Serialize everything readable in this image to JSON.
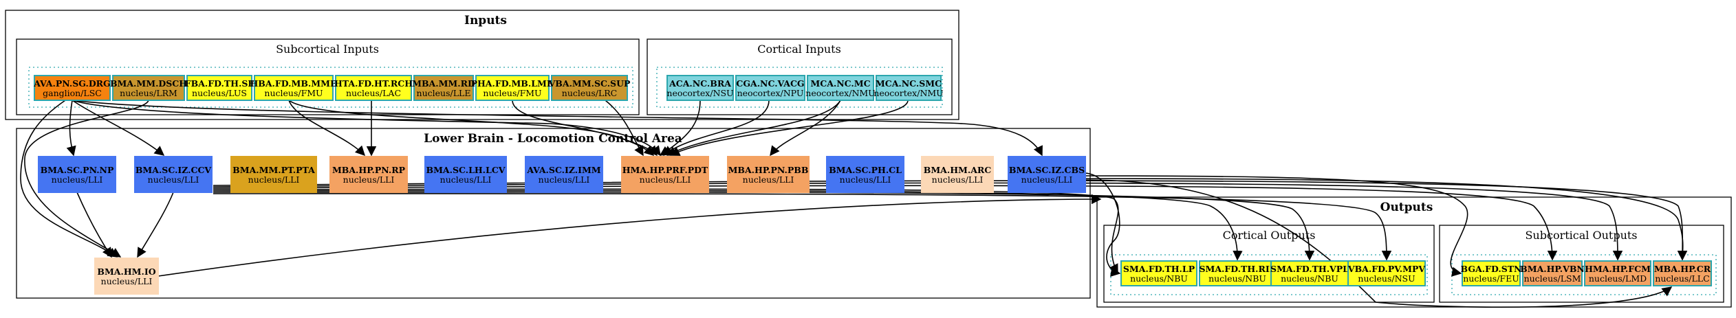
{
  "clusters": {
    "inputs": "Inputs",
    "subcortical_inputs": "Subcortical Inputs",
    "cortical_inputs": "Cortical Inputs",
    "lower_brain": "Lower Brain - Locomotion Control Area",
    "outputs": "Outputs",
    "cortical_outputs": "Cortical Outputs",
    "subcortical_outputs": "Subcortical Outputs"
  },
  "nodes": [
    {
      "id": "AVA.PN.SG.DRG",
      "l1": "AVA.PN.SG.DRG",
      "l2": "ganglion/LSC",
      "fill": "#f5820f",
      "stroke": "#2ca6ad"
    },
    {
      "id": "BMA.MM.DSCH",
      "l1": "BMA.MM.DSCH",
      "l2": "nucleus/LRM",
      "fill": "#c9962e",
      "stroke": "#2ca6ad"
    },
    {
      "id": "FBA.FD.TH.SF",
      "l1": "FBA.FD.TH.SF",
      "l2": "nucleus/LUS",
      "fill": "#ffff1e",
      "stroke": "#2ca6ad"
    },
    {
      "id": "HBA.FD.MB.MMB",
      "l1": "HBA.FD.MB.MMB",
      "l2": "nucleus/FMU",
      "fill": "#ffff1e",
      "stroke": "#2ca6ad"
    },
    {
      "id": "HTA.FD.HT.RCH",
      "l1": "HTA.FD.HT.RCH",
      "l2": "nucleus/LAC",
      "fill": "#ffff1e",
      "stroke": "#2ca6ad"
    },
    {
      "id": "MBA.MM.RD",
      "l1": "MBA.MM.RD",
      "l2": "nucleus/LLE",
      "fill": "#c9962e",
      "stroke": "#2ca6ad"
    },
    {
      "id": "PHA.FD.MB.LMB",
      "l1": "PHA.FD.MB.LMB",
      "l2": "nucleus/FMU",
      "fill": "#ffff1e",
      "stroke": "#2ca6ad"
    },
    {
      "id": "VBA.MM.SC.SUP",
      "l1": "VBA.MM.SC.SUP",
      "l2": "nucleus/LRC",
      "fill": "#c9962e",
      "stroke": "#2ca6ad"
    },
    {
      "id": "ACA.NC.BRA",
      "l1": "ACA.NC.BRA",
      "l2": "neocortex/NSU",
      "fill": "#7fd4dd",
      "stroke": "#2ca6ad"
    },
    {
      "id": "CGA.NC.VACG",
      "l1": "CGA.NC.VACG",
      "l2": "neocortex/NPU",
      "fill": "#7fd4dd",
      "stroke": "#2ca6ad"
    },
    {
      "id": "MCA.NC.MC",
      "l1": "MCA.NC.MC",
      "l2": "neocortex/NMU",
      "fill": "#7fd4dd",
      "stroke": "#2ca6ad"
    },
    {
      "id": "MCA.NC.SMC",
      "l1": "MCA.NC.SMC",
      "l2": "neocortex/NMU",
      "fill": "#7fd4dd",
      "stroke": "#2ca6ad"
    },
    {
      "id": "BMA.SC.PN.NP",
      "l1": "BMA.SC.PN.NP",
      "l2": "nucleus/LLI",
      "fill": "#4575f2",
      "stroke": "#4575f2"
    },
    {
      "id": "BMA.SC.IZ.CCV",
      "l1": "BMA.SC.IZ.CCV",
      "l2": "nucleus/LLI",
      "fill": "#4575f2",
      "stroke": "#4575f2"
    },
    {
      "id": "BMA.MM.PT.PTA",
      "l1": "BMA.MM.PT.PTA",
      "l2": "nucleus/LLI",
      "fill": "#daa21e",
      "stroke": "#daa21e"
    },
    {
      "id": "MBA.HP.PN.RP",
      "l1": "MBA.HP.PN.RP",
      "l2": "nucleus/LLI",
      "fill": "#f4a262",
      "stroke": "#f4a262"
    },
    {
      "id": "BMA.SC.LH.LCV",
      "l1": "BMA.SC.LH.LCV",
      "l2": "nucleus/LLI",
      "fill": "#4575f2",
      "stroke": "#4575f2"
    },
    {
      "id": "AVA.SC.IZ.IMM",
      "l1": "AVA.SC.IZ.IMM",
      "l2": "nucleus/LLI",
      "fill": "#4575f2",
      "stroke": "#4575f2"
    },
    {
      "id": "HMA.HP.PRF.PDT",
      "l1": "HMA.HP.PRF.PDT",
      "l2": "nucleus/LLI",
      "fill": "#f4a262",
      "stroke": "#f4a262"
    },
    {
      "id": "MBA.HP.PN.PBB",
      "l1": "MBA.HP.PN.PBB",
      "l2": "nucleus/LLI",
      "fill": "#f4a262",
      "stroke": "#f4a262"
    },
    {
      "id": "BMA.SC.PH.CL",
      "l1": "BMA.SC.PH.CL",
      "l2": "nucleus/LLI",
      "fill": "#4575f2",
      "stroke": "#4575f2"
    },
    {
      "id": "BMA.HM.ARC",
      "l1": "BMA.HM.ARC",
      "l2": "nucleus/LLI",
      "fill": "#fcd8b6",
      "stroke": "#fcd8b6"
    },
    {
      "id": "BMA.SC.IZ.CBS",
      "l1": "BMA.SC.IZ.CBS",
      "l2": "nucleus/LLI",
      "fill": "#4575f2",
      "stroke": "#4575f2"
    },
    {
      "id": "BMA.HM.IO",
      "l1": "BMA.HM.IO",
      "l2": "nucleus/LLI",
      "fill": "#fcd8b6",
      "stroke": "#fcd8b6"
    },
    {
      "id": "SMA.FD.TH.LP",
      "l1": "SMA.FD.TH.LP",
      "l2": "nucleus/NBU",
      "fill": "#ffff1e",
      "stroke": "#2ca6ad"
    },
    {
      "id": "SMA.FD.TH.RIL",
      "l1": "SMA.FD.TH.RIL",
      "l2": "nucleus/NBU",
      "fill": "#ffff1e",
      "stroke": "#2ca6ad"
    },
    {
      "id": "SMA.FD.TH.VPL",
      "l1": "SMA.FD.TH.VPL",
      "l2": "nucleus/NBU",
      "fill": "#ffff1e",
      "stroke": "#2ca6ad"
    },
    {
      "id": "VBA.FD.PV.MPV",
      "l1": "VBA.FD.PV.MPV",
      "l2": "nucleus/NSU",
      "fill": "#ffff1e",
      "stroke": "#2ca6ad"
    },
    {
      "id": "BGA.FD.STN",
      "l1": "BGA.FD.STN",
      "l2": "nucleus/FEU",
      "fill": "#ffff1e",
      "stroke": "#2ca6ad"
    },
    {
      "id": "BMA.HP.VBN",
      "l1": "BMA.HP.VBN",
      "l2": "nucleus/LSM",
      "fill": "#f4a262",
      "stroke": "#2ca6ad"
    },
    {
      "id": "HMA.HP.FCM",
      "l1": "HMA.HP.FCM",
      "l2": "nucleus/LMD",
      "fill": "#f4a262",
      "stroke": "#2ca6ad"
    },
    {
      "id": "MBA.HP.CR",
      "l1": "MBA.HP.CR",
      "l2": "nucleus/LLC",
      "fill": "#f4a262",
      "stroke": "#2ca6ad"
    }
  ]
}
